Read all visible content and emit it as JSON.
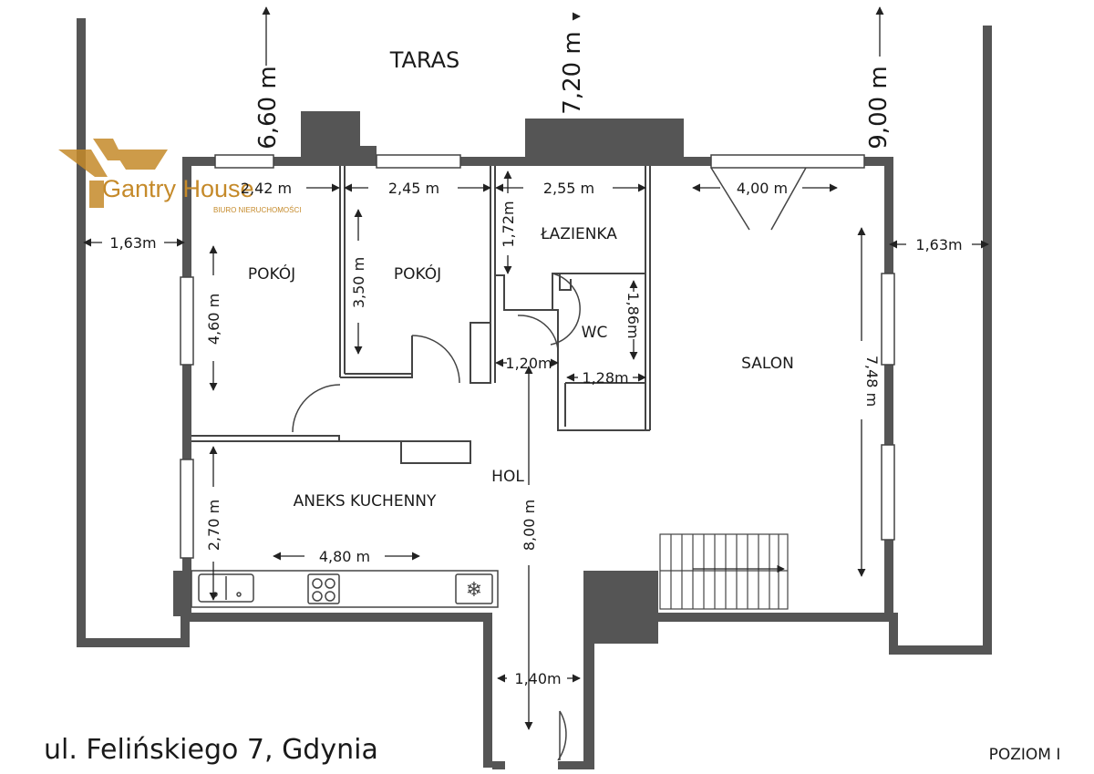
{
  "logo": {
    "name": "Gantry House",
    "tagline": "BIURO NIERUCHOMOŚCI",
    "color_gold": "#c58a2a"
  },
  "colors": {
    "wall": "#555555",
    "line": "#222222"
  },
  "rooms": {
    "taras": "TARAS",
    "pokoj1": "POKÓJ",
    "pokoj2": "POKÓJ",
    "lazienka": "ŁAZIENKA",
    "wc": "WC",
    "salon": "SALON",
    "hol": "HOL",
    "aneks": "ANEKS KUCHENNY"
  },
  "dimensions": {
    "taras_left_depth": "6,60 m",
    "taras_mid_depth": "7,20 m",
    "taras_right_depth": "9,00 m",
    "pokoj1_width": "2,42 m",
    "pokoj2_width": "2,45 m",
    "lazienka_width": "2,55 m",
    "salon_window": "4,00 m",
    "left_balcony": "1,63m",
    "right_balcony": "1,63m",
    "lazienka_depth": "1,72m",
    "pokoj1_depth": "4,60 m",
    "pokoj2_depth": "3,50 m",
    "wc_depth": "1,86m",
    "hol_width": "1,20m",
    "wc_width": "1,28m",
    "salon_depth": "7,48 m",
    "aneks_depth": "2,70 m",
    "aneks_width": "4,80 m",
    "hol_length": "8,00 m",
    "entry_width": "1,40m"
  },
  "address": "ul. Felińskiego 7, Gdynia",
  "level": "POZIOM I"
}
